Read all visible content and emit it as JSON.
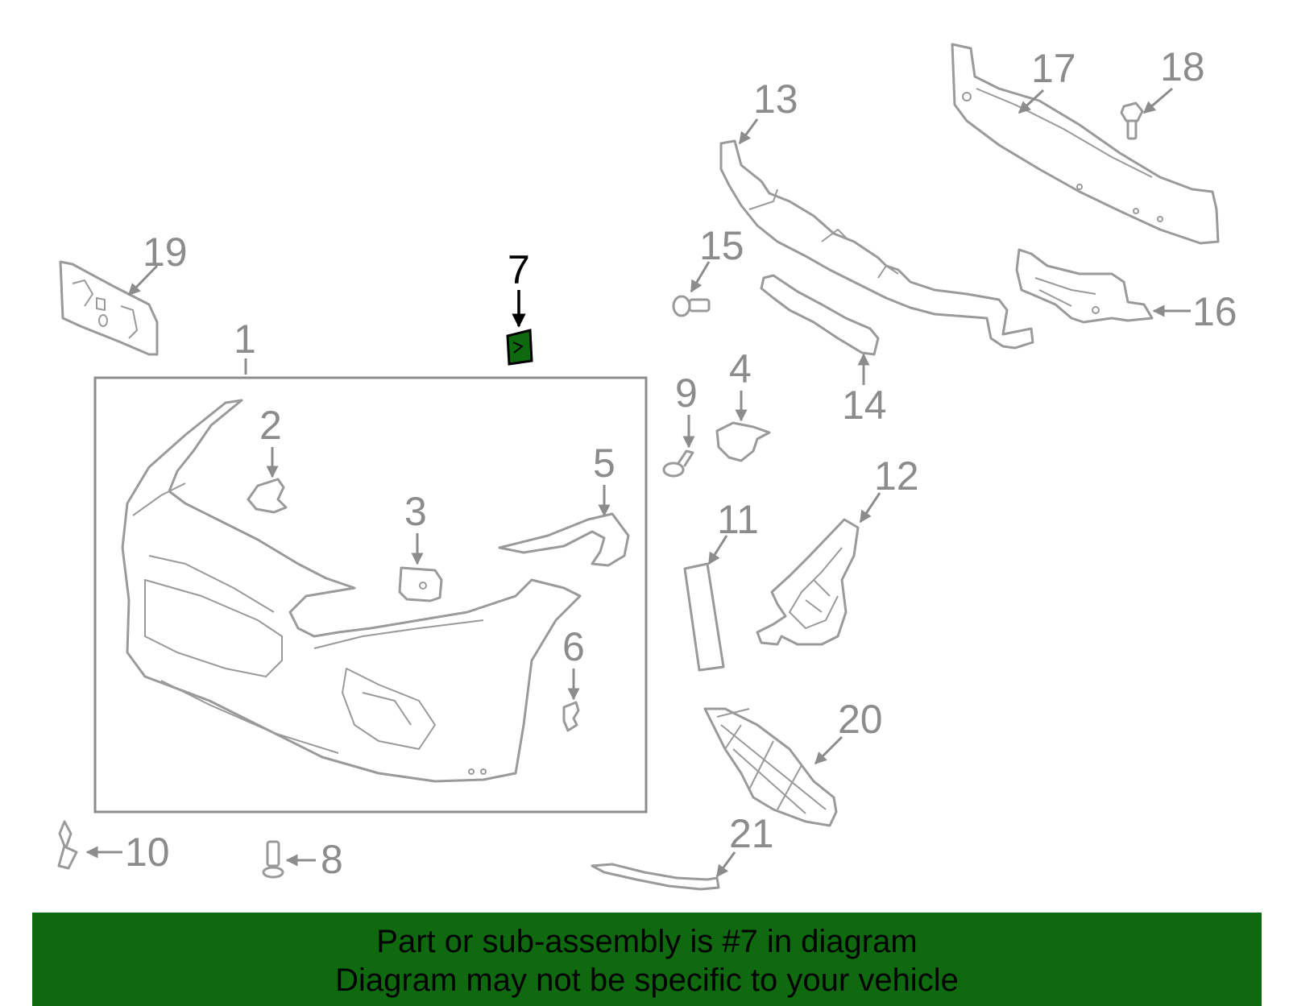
{
  "callouts": {
    "c1": "1",
    "c2": "2",
    "c3": "3",
    "c4": "4",
    "c5": "5",
    "c6": "6",
    "c7": "7",
    "c8": "8",
    "c9": "9",
    "c10": "10",
    "c11": "11",
    "c12": "12",
    "c13": "13",
    "c14": "14",
    "c15": "15",
    "c16": "16",
    "c17": "17",
    "c18": "18",
    "c19": "19",
    "c20": "20",
    "c21": "21"
  },
  "highlight": {
    "part": "7",
    "color": "#0f6a0f"
  },
  "banner": {
    "line1": "Part or sub-assembly is #7 in diagram",
    "line2": "Diagram may not be specific to your vehicle",
    "background": "#0f6a0f"
  }
}
